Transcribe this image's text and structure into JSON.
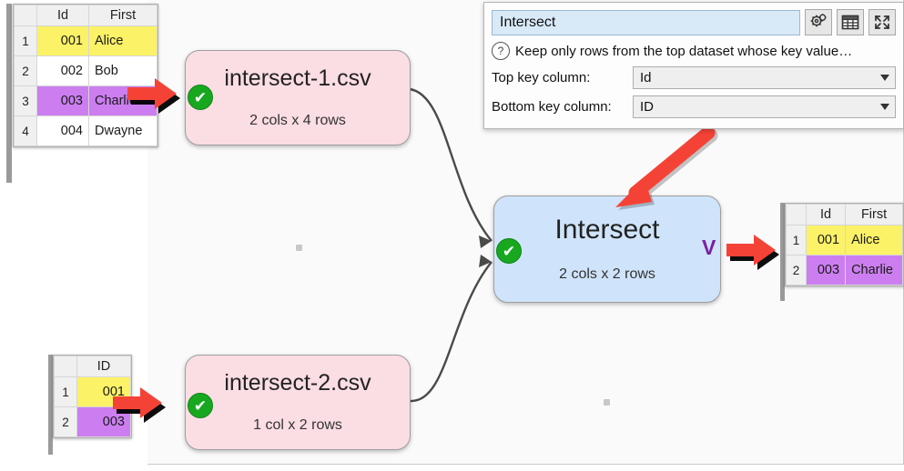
{
  "panel": {
    "name_value": "Intersect",
    "hint": "Keep only rows from the top dataset whose key value…",
    "help_icon": "?",
    "buttons": [
      {
        "name": "settings-gears-icon",
        "label": ""
      },
      {
        "name": "table-view-icon",
        "label": ""
      },
      {
        "name": "expand-icon",
        "label": ""
      }
    ],
    "fields": [
      {
        "label": "Top key column:",
        "value": "Id"
      },
      {
        "label": "Bottom key column:",
        "value": "ID"
      }
    ]
  },
  "nodes": [
    {
      "id": "intersect-1",
      "title": "intersect-1.csv",
      "subtitle": "2 cols x 4 rows",
      "color": "#fbdde4",
      "status": "ok"
    },
    {
      "id": "intersect-2",
      "title": "intersect-2.csv",
      "subtitle": "1 col x 2 rows",
      "color": "#fbdde4",
      "status": "ok"
    },
    {
      "id": "intersect",
      "title": "Intersect",
      "subtitle": "2 cols x 2 rows",
      "color": "#cfe4fa",
      "status": "ok",
      "marker": "V"
    }
  ],
  "tables": {
    "top_left": {
      "headers": [
        "",
        "Id",
        "First"
      ],
      "rows": [
        {
          "n": "1",
          "id": "001",
          "first": "Alice",
          "highlight": "yellow"
        },
        {
          "n": "2",
          "id": "002",
          "first": "Bob",
          "highlight": "none"
        },
        {
          "n": "3",
          "id": "003",
          "first": "Charlie",
          "highlight": "purple"
        },
        {
          "n": "4",
          "id": "004",
          "first": "Dwayne",
          "highlight": "none"
        }
      ]
    },
    "bottom_left": {
      "headers": [
        "",
        "ID"
      ],
      "rows": [
        {
          "n": "1",
          "id": "001",
          "highlight": "yellow"
        },
        {
          "n": "2",
          "id": "003",
          "highlight": "purple"
        }
      ]
    },
    "right": {
      "headers": [
        "",
        "Id",
        "First"
      ],
      "rows": [
        {
          "n": "1",
          "id": "001",
          "first": "Alice",
          "highlight": "yellow"
        },
        {
          "n": "2",
          "id": "003",
          "first": "Charlie",
          "highlight": "purple"
        }
      ]
    }
  },
  "colors": {
    "yellow": "#fbf267",
    "purple": "#cc7ef0",
    "node_pink": "#fbdde4",
    "node_blue": "#cfe4fa",
    "status_green": "#18a820",
    "arrow_red": "#f44336",
    "marker_purple": "#7b1fa2"
  }
}
